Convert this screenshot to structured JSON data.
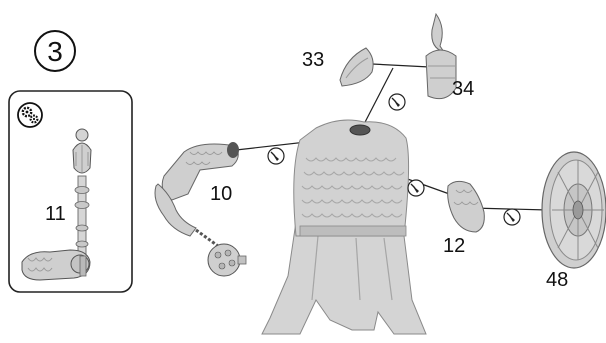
{
  "step": {
    "number": "3"
  },
  "sub_assembly": {
    "icon": "gears-icon",
    "part_labels": [
      "11"
    ]
  },
  "parts": {
    "labels": {
      "arm_left": "10",
      "hand_right": "12",
      "helmet_cap": "33",
      "helmet_plume": "34",
      "shield": "48"
    }
  },
  "glue_icons": [
    "glue-icon",
    "glue-icon",
    "glue-icon",
    "glue-icon",
    "glue-icon"
  ],
  "colors": {
    "ink": "#111111",
    "part_fill": "#cfcfcf",
    "part_light": "#e6e6e6",
    "part_dark": "#9a9a9a",
    "box_border": "#222222"
  }
}
